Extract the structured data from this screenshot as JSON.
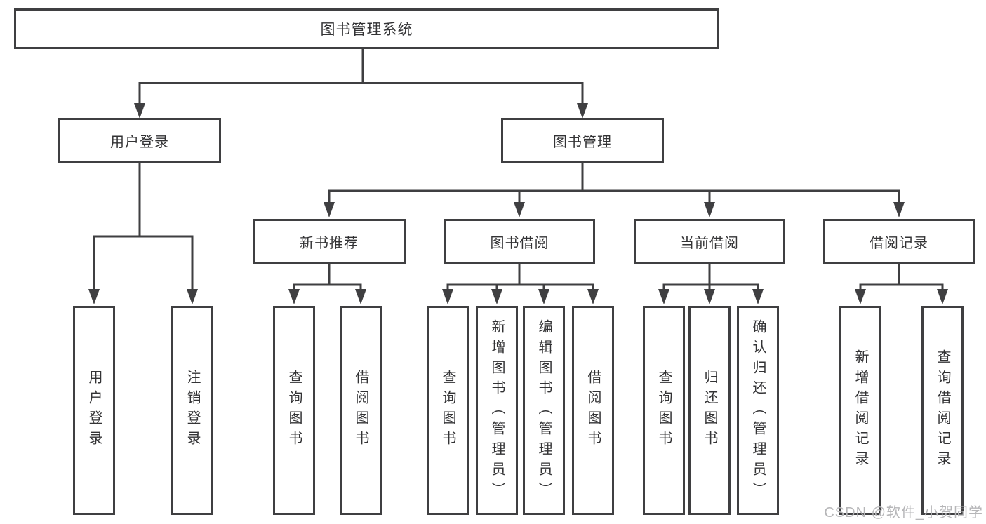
{
  "diagram_title": "图书管理系统",
  "colors": {
    "line": "#3f3f41",
    "text": "#333335",
    "background": "#ffffff",
    "watermark": "#b6b6b8"
  },
  "tree": {
    "label": "图书管理系统",
    "children": [
      {
        "label": "用户登录",
        "children": [
          {
            "label": "用户登录"
          },
          {
            "label": "注销登录"
          }
        ]
      },
      {
        "label": "图书管理",
        "children": [
          {
            "label": "新书推荐",
            "children": [
              {
                "label": "查询图书"
              },
              {
                "label": "借阅图书"
              }
            ]
          },
          {
            "label": "图书借阅",
            "children": [
              {
                "label": "查询图书"
              },
              {
                "label": "新增图书（管理员）"
              },
              {
                "label": "编辑图书（管理员）"
              },
              {
                "label": "借阅图书"
              }
            ]
          },
          {
            "label": "当前借阅",
            "children": [
              {
                "label": "查询图书"
              },
              {
                "label": "归还图书"
              },
              {
                "label": "确认归还（管理员）"
              }
            ]
          },
          {
            "label": "借阅记录",
            "children": [
              {
                "label": "新增借阅记录"
              },
              {
                "label": "查询借阅记录"
              }
            ]
          }
        ]
      }
    ]
  },
  "watermark": "CSDN @软件_小贺同学"
}
